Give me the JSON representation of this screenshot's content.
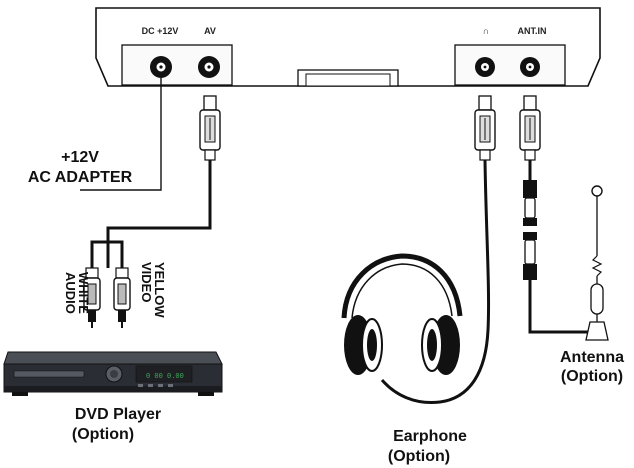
{
  "device": {
    "ports": {
      "dc": "DC +12V",
      "av": "AV",
      "earphone": "∩",
      "antenna": "ANT.IN"
    }
  },
  "labels": {
    "adapter_line1": "+12V",
    "adapter_line2": "AC ADAPTER",
    "audio": "AUDIO",
    "white": "WHITE",
    "video": "VIDEO",
    "yellow": "YELLOW",
    "dvd_line1": "DVD Player",
    "dvd_line2": "(Option)",
    "earphone_line1": "Earphone",
    "earphone_line2": "(Option)",
    "antenna_line1": "Antenna",
    "antenna_line2": "(Option)"
  },
  "colors": {
    "ink": "#111111",
    "dvd_body": "#2a2d33",
    "dvd_display": "#3fae5a"
  }
}
